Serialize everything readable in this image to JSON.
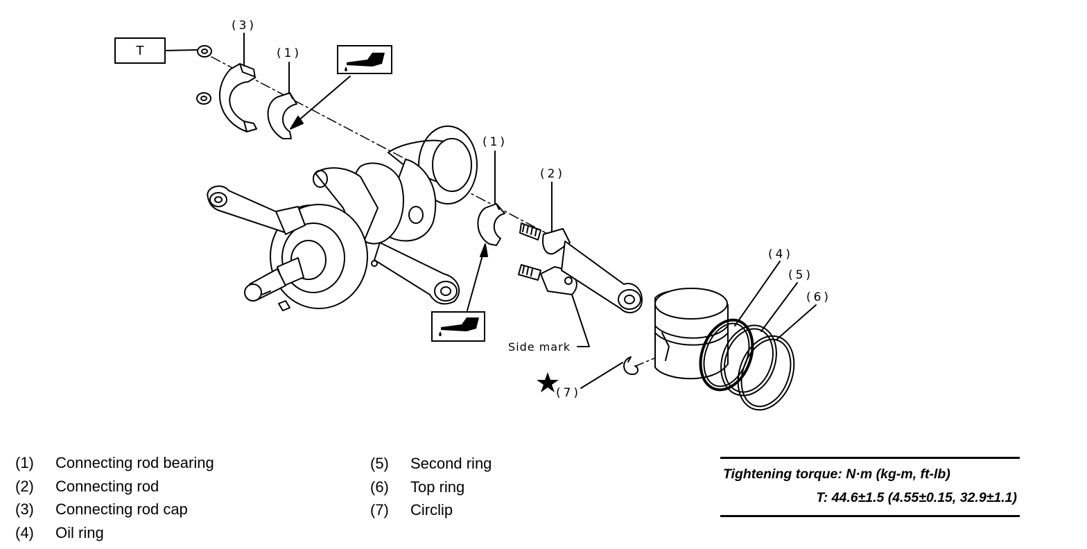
{
  "callouts": {
    "t_box": "T",
    "c3": "(3)",
    "c1_top": "(1)",
    "c1_mid": "(1)",
    "c2": "(2)",
    "c4": "(4)",
    "c5": "(5)",
    "c6": "(6)",
    "c7": "(7)",
    "side_mark": "Side mark"
  },
  "icons": {
    "oil_can_top": "oil-can-icon",
    "oil_can_bottom": "oil-can-icon",
    "star": "star-icon"
  },
  "legend": {
    "left": [
      {
        "num": "(1)",
        "label": "Connecting rod bearing"
      },
      {
        "num": "(2)",
        "label": "Connecting rod"
      },
      {
        "num": "(3)",
        "label": "Connecting rod cap"
      },
      {
        "num": "(4)",
        "label": "Oil ring"
      }
    ],
    "right": [
      {
        "num": "(5)",
        "label": "Second ring"
      },
      {
        "num": "(6)",
        "label": "Top ring"
      },
      {
        "num": "(7)",
        "label": "Circlip"
      }
    ]
  },
  "torque": {
    "heading": "Tightening torque: N·m (kg-m, ft-lb)",
    "value": "T: 44.6±1.5 (4.55±0.15, 32.9±1.1)"
  }
}
